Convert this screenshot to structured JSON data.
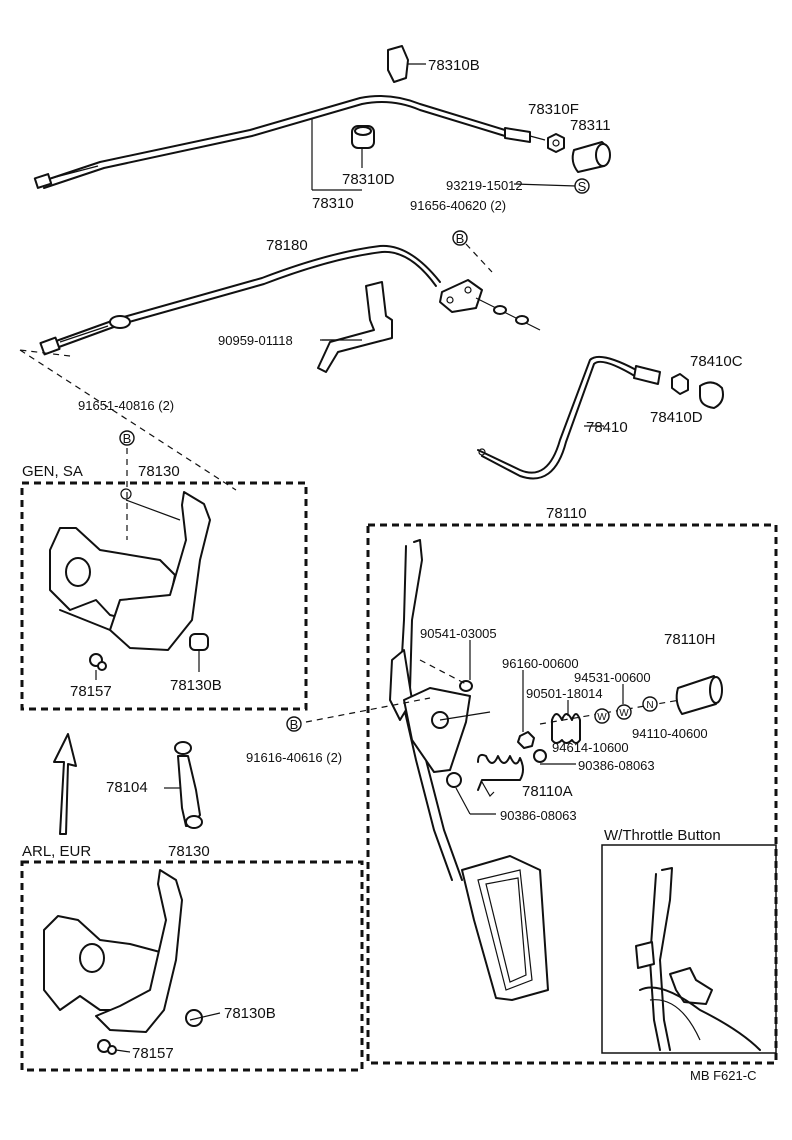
{
  "labels": {
    "p78310B": "78310B",
    "p78310F": "78310F",
    "p78311": "78311",
    "p78310D": "78310D",
    "p78310": "78310",
    "p93219": "93219-15012",
    "p91656": "91656-40620 (2)",
    "p78180": "78180",
    "p90959": "90959-01118",
    "p78410C": "78410C",
    "p78410D": "78410D",
    "p78410": "78410",
    "p91651": "91651-40816 (2)",
    "p78130_top": "78130",
    "p78157_top": "78157",
    "p78130B_top": "78130B",
    "p78110": "78110",
    "p90541": "90541-03005",
    "p96160": "96160-00600",
    "p78110H": "78110H",
    "p94531": "94531-00600",
    "p90501": "90501-18014",
    "p94110": "94110-40600",
    "p94614": "94614-10600",
    "p90386a": "90386-08063",
    "p78110A": "78110A",
    "p90386b": "90386-08063",
    "p91616": "91616-40616 (2)",
    "p78104": "78104",
    "p78130_bot": "78130",
    "p78130B_bot": "78130B",
    "p78157_bot": "78157"
  },
  "groups": {
    "gen_sa": "GEN, SA",
    "arl_eur": "ARL, EUR",
    "throttle": "W/Throttle Button"
  },
  "markers": {
    "s": "S",
    "b": "B",
    "w": "W",
    "n": "N"
  },
  "footer_code": "MB F621-C"
}
